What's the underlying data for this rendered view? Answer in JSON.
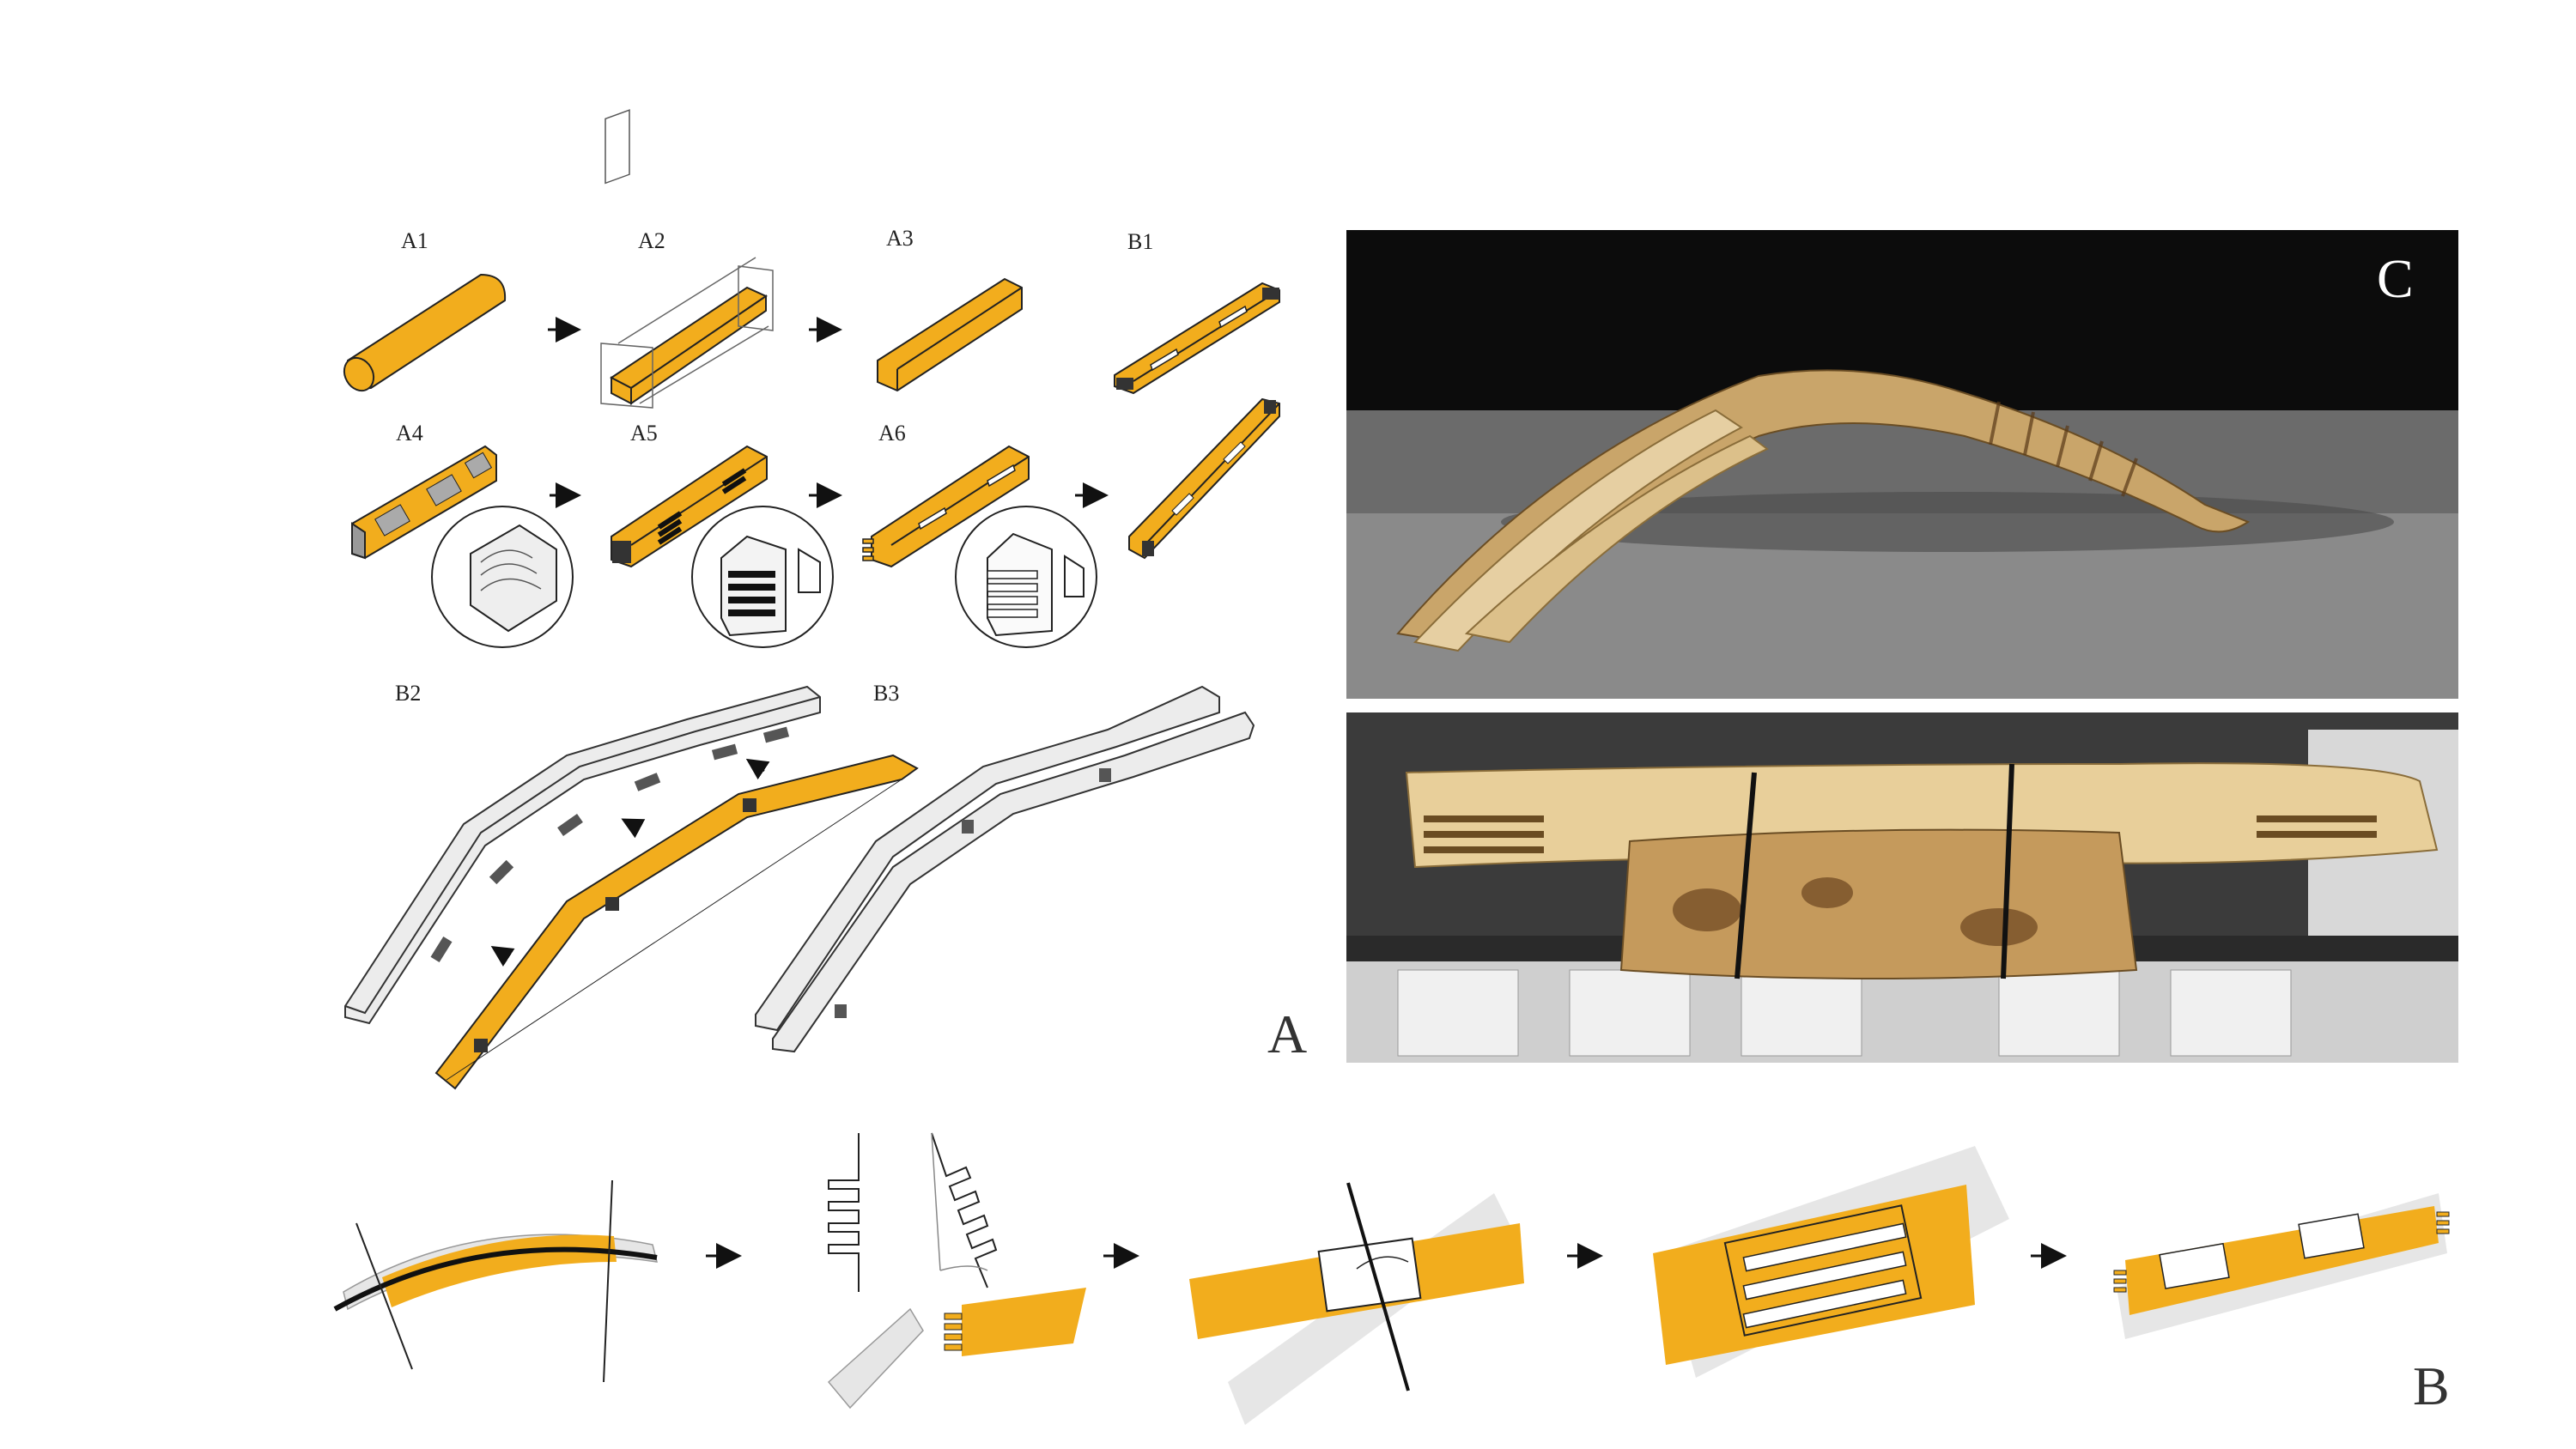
{
  "labels": {
    "a1": "A1",
    "a2": "A2",
    "a3": "A3",
    "b1": "B1",
    "a4": "A4",
    "a5": "A5",
    "a6": "A6",
    "b2": "B2",
    "b3": "B3",
    "panel_a": "A",
    "panel_b": "B",
    "panel_c": "C"
  },
  "colors": {
    "wood_yellow": "#f2ad1d",
    "outline": "#222222",
    "grey_fill": "#e7e7e7",
    "photo_top_bg": "#0c0c0c",
    "photo_bottom_bg": "#2a2a2a"
  },
  "icons": {
    "arrow": "right-arrow-icon",
    "detail_circle": "joint-detail-circle"
  }
}
